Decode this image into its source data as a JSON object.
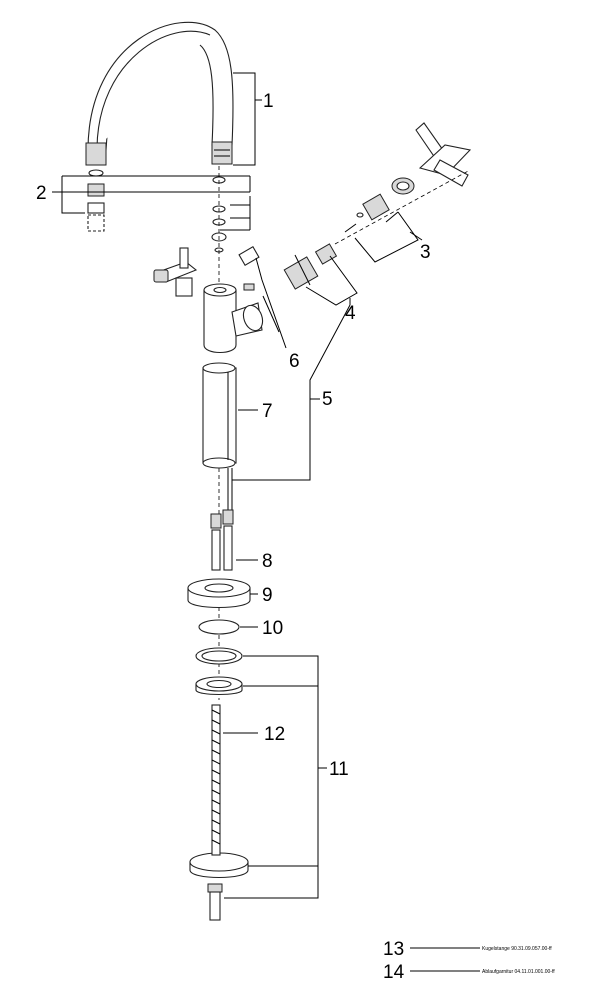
{
  "callouts": [
    {
      "id": "1",
      "label": "1"
    },
    {
      "id": "2",
      "label": "2"
    },
    {
      "id": "3",
      "label": "3"
    },
    {
      "id": "4",
      "label": "4"
    },
    {
      "id": "5",
      "label": "5"
    },
    {
      "id": "6",
      "label": "6"
    },
    {
      "id": "7",
      "label": "7"
    },
    {
      "id": "8",
      "label": "8"
    },
    {
      "id": "9",
      "label": "9"
    },
    {
      "id": "10",
      "label": "10"
    },
    {
      "id": "11",
      "label": "11"
    },
    {
      "id": "12",
      "label": "12"
    }
  ],
  "notes": [
    {
      "number": "13",
      "text": "Kugelstange 90.31.09.057.00-ff"
    },
    {
      "number": "14",
      "text": "Ablaufgarnitur 04.11.01.001.00-ff"
    }
  ]
}
